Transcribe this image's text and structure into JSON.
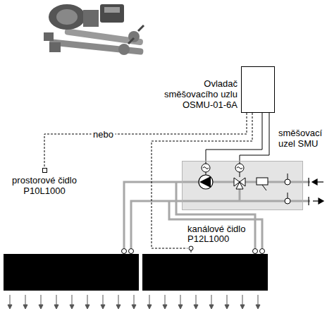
{
  "diagram": {
    "nodes": [
      {
        "text": [
          "Ovladač směšovacího uzlu OSMU-01-6A"
        ]
      },
      {
        "text": [
          "směšovací uzel SMU"
        ]
      },
      {
        "text": [
          "prostorové čidlo P10L1000"
        ]
      },
      {
        "text": [
          "kanálové čidlo P12L1000"
        ]
      }
    ],
    "edges": [
      {
        "from": 0,
        "to": 2,
        "arrow": "none",
        "label": "nebo"
      },
      {
        "from": 0,
        "to": 3,
        "arrow": "none"
      },
      {
        "from": 0,
        "to": 1,
        "arrow": "none"
      },
      {
        "from": 0,
        "to": 1,
        "arrow": "none"
      }
    ]
  }
}
